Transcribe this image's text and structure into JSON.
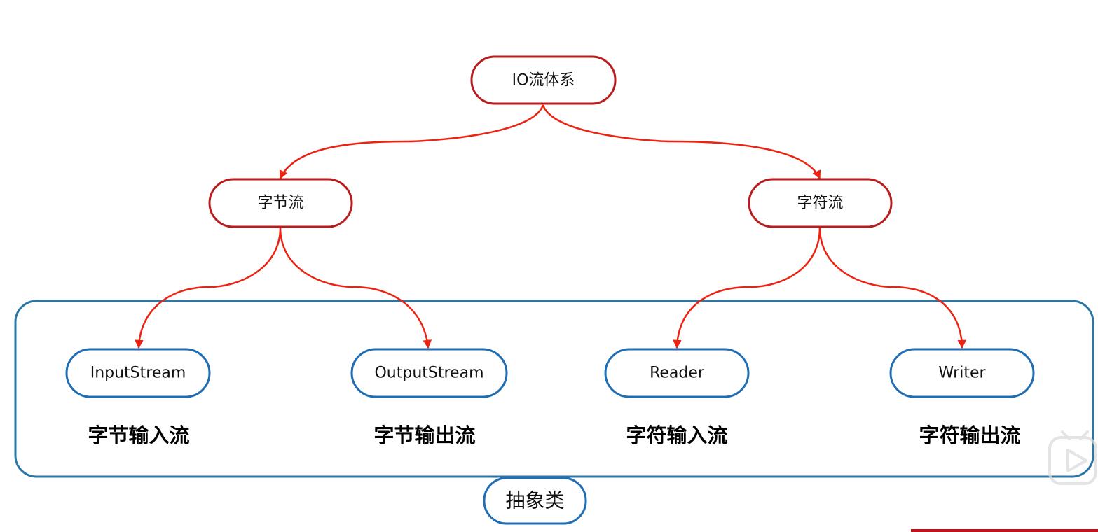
{
  "diagram": {
    "root": {
      "label": "IO流体系"
    },
    "categories": [
      {
        "label": "字节流"
      },
      {
        "label": "字符流"
      }
    ],
    "classes": [
      {
        "label": "InputStream",
        "caption": "字节输入流"
      },
      {
        "label": "OutputStream",
        "caption": "字节输出流"
      },
      {
        "label": "Reader",
        "caption": "字符输入流"
      },
      {
        "label": "Writer",
        "caption": "字符输出流"
      }
    ],
    "group_label": "抽象类"
  },
  "colors": {
    "red_border": "#b81c1c",
    "red_arrow": "#ee2211",
    "blue_border": "#1f6db4",
    "group_border": "#2b76a6",
    "watermark": "#dcdcdc",
    "corner_bar": "#c0121c"
  },
  "icons": {
    "watermark": "play-watermark-icon"
  }
}
